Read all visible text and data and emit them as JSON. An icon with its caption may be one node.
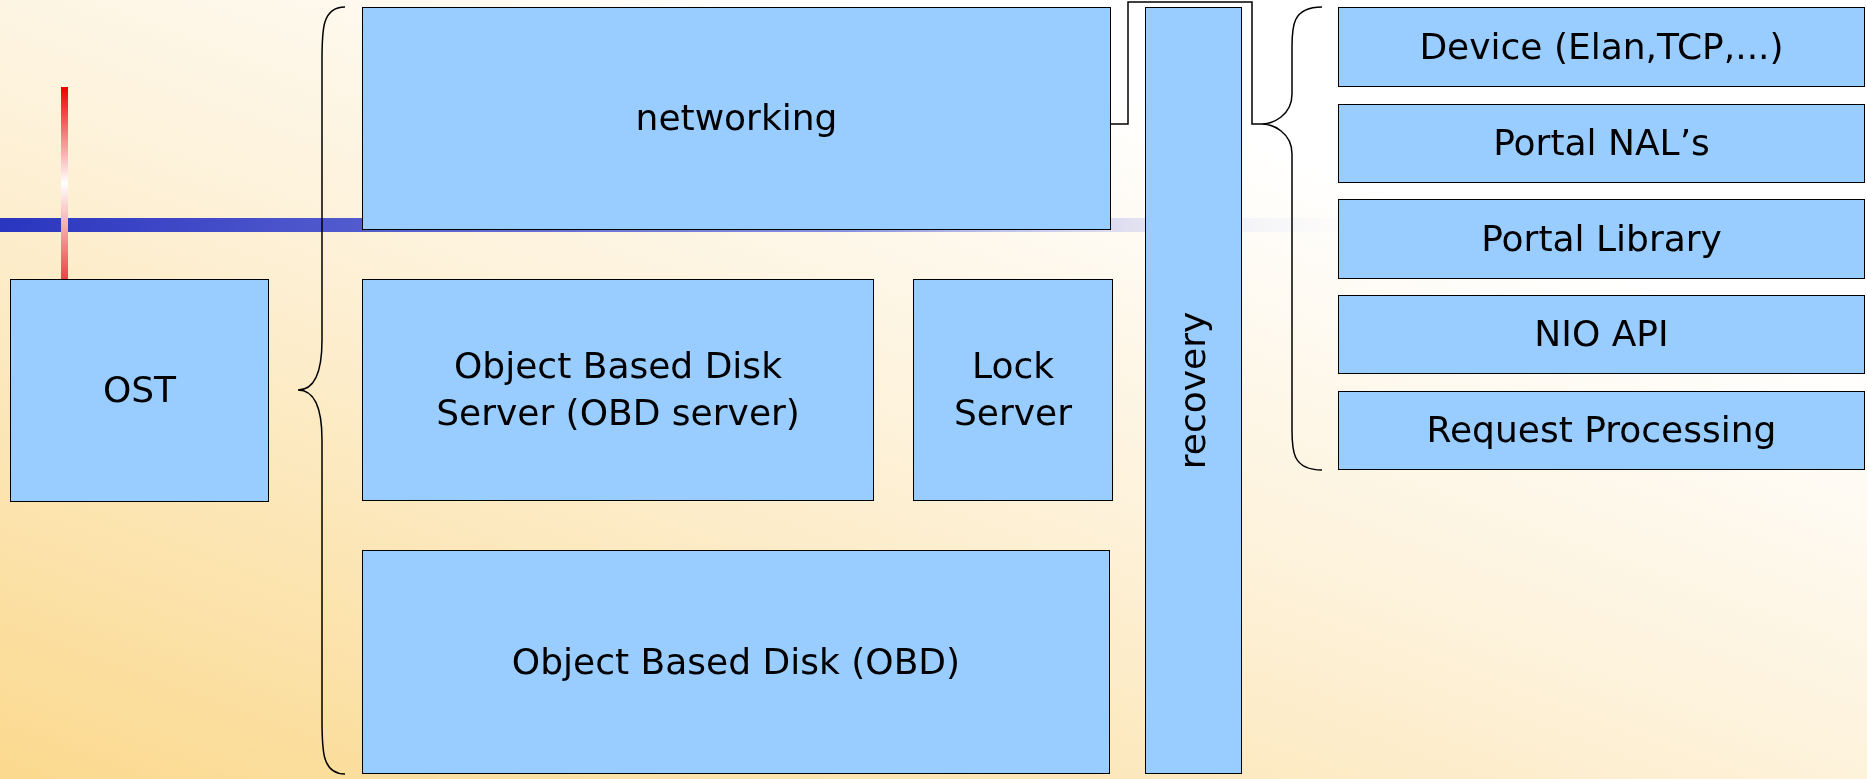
{
  "diagram": {
    "nodes": [
      {
        "text": [
          "OST"
        ]
      },
      {
        "text": [
          "networking"
        ]
      },
      {
        "text": [
          "Object Based Disk Server (OBD server)"
        ]
      },
      {
        "text": [
          "Lock Server"
        ]
      },
      {
        "text": [
          "Object Based Disk (OBD)"
        ]
      },
      {
        "text": [
          "recovery"
        ]
      },
      {
        "text": [
          "Device (Elan,TCP,...)"
        ]
      },
      {
        "text": [
          "Portal NAL’s"
        ]
      },
      {
        "text": [
          "Portal Library"
        ]
      },
      {
        "text": [
          "NIO API"
        ]
      },
      {
        "text": [
          "Request Processing"
        ]
      },
      {
        "text": [],
        "shape": "brace"
      }
    ],
    "edges": [
      {
        "from": 1,
        "to": 11,
        "arrow": "none"
      }
    ]
  }
}
